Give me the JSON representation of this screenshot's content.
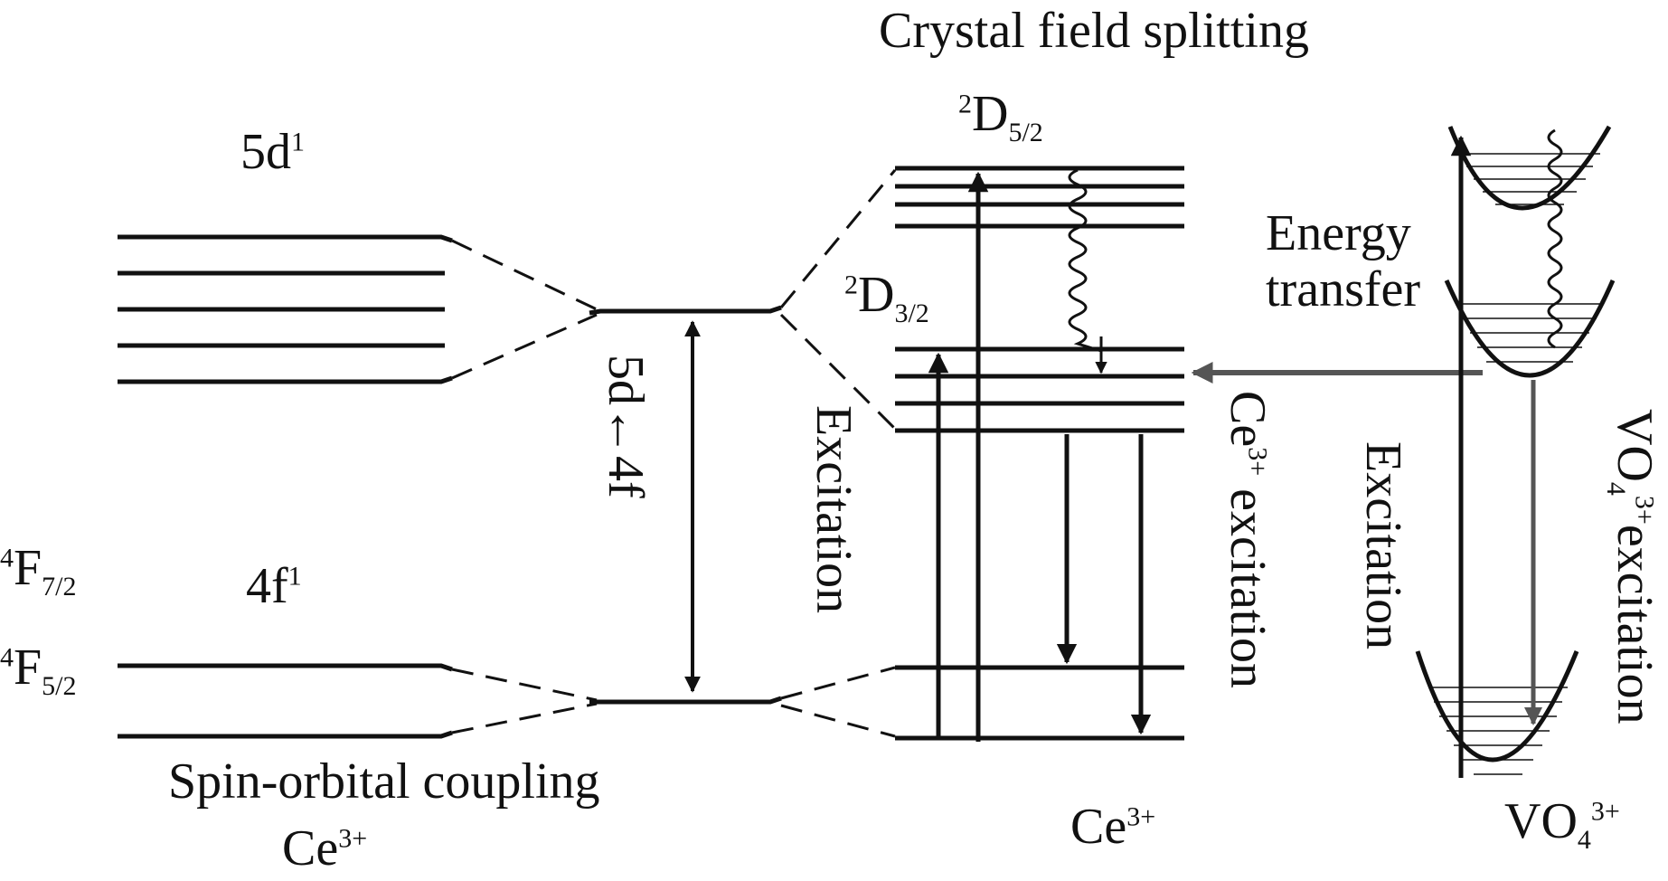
{
  "title": "Crystal field splitting",
  "left_group": {
    "upper_config": {
      "base": "5d",
      "sup": "1"
    },
    "lower_config": {
      "base": "4f",
      "sup": "1"
    },
    "level_f72": {
      "pre_sup": "4",
      "base": "F",
      "sub": "7/2"
    },
    "level_f52": {
      "pre_sup": "4",
      "base": "F",
      "sub": "5/2"
    },
    "caption": "Spin-orbital coupling",
    "ion": {
      "base": "Ce",
      "sup": "3+"
    }
  },
  "transition_label": "5d←4f",
  "middle_group": {
    "level_d52": {
      "pre_sup": "2",
      "base": "D",
      "sub": "5/2"
    },
    "level_d32": {
      "pre_sup": "2",
      "base": "D",
      "sub": "3/2"
    },
    "excitation": "Excitation",
    "ce_excitation": {
      "base": "Ce",
      "sup": "3+",
      "rest": " excitation"
    },
    "ion": {
      "base": "Ce",
      "sup": "3+"
    }
  },
  "right_group": {
    "energy_transfer_line1": "Energy",
    "energy_transfer_line2": "transfer",
    "excitation": "Excitation",
    "vo4_excitation": {
      "base": "VO",
      "sub": "4",
      "sup": "3+",
      "rest": "excitation"
    },
    "ion": {
      "base": "VO",
      "sub": "4",
      "sup": "3+"
    }
  },
  "colors": {
    "ink": "#111111",
    "transfer_arrow": "#555555"
  }
}
